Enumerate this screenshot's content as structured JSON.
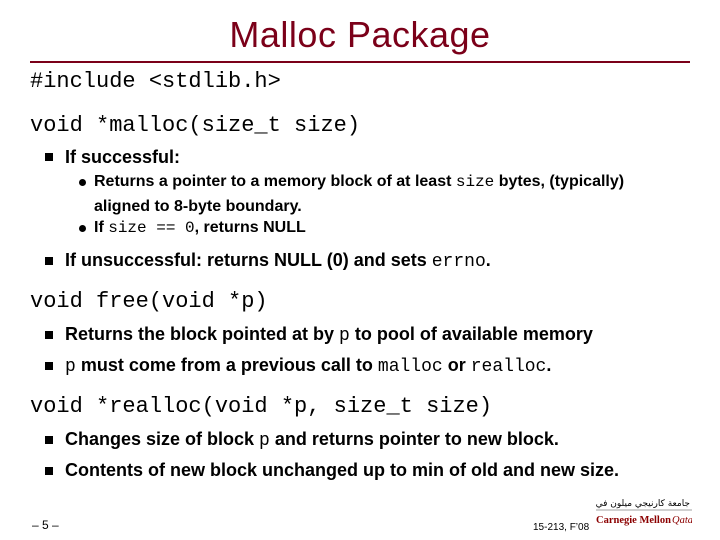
{
  "slide": {
    "title": "Malloc Package",
    "include_line": "#include <stdlib.h>",
    "malloc_sig": "void *malloc(size_t size)",
    "malloc_b1": "If successful:",
    "malloc_s1_a": "Returns a pointer to a memory block of at least ",
    "malloc_s1_code": "size",
    "malloc_s1_b": " bytes, (typically)",
    "malloc_s1_c": "aligned to 8-byte boundary.",
    "malloc_s2_a": "If ",
    "malloc_s2_code": "size == 0",
    "malloc_s2_b": ", returns NULL",
    "malloc_b2_a": "If unsuccessful: returns NULL (0) and sets ",
    "malloc_b2_code": "errno",
    "malloc_b2_b": ".",
    "free_sig": "void free(void *p)",
    "free_b1_a": "Returns the block pointed at by ",
    "free_b1_code": "p",
    "free_b1_b": " to pool of available memory",
    "free_b2_code1": "p",
    "free_b2_a": " must come from a previous call to ",
    "free_b2_code2": "malloc",
    "free_b2_b": " or ",
    "free_b2_code3": "realloc",
    "free_b2_c": ".",
    "realloc_sig": "void *realloc(void *p, size_t size)",
    "realloc_b1_a": "Changes size of block ",
    "realloc_b1_code": "p",
    "realloc_b1_b": " and returns pointer to new block.",
    "realloc_b2": "Contents of new block unchanged up to min of old and new size."
  },
  "footer": {
    "page": "– 5 –",
    "course": "15-213, F’08",
    "logo_arabic": "جامعة كارنيجي ميلون في قطر",
    "logo_text_1": "Carnegie Mellon",
    "logo_text_2": "Qatar"
  },
  "colors": {
    "title": "#7b0019",
    "logo": "#8b0000"
  }
}
